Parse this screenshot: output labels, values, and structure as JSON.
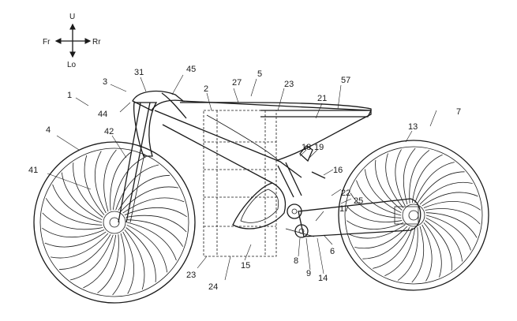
{
  "orientation": {
    "up": "U",
    "low": "Lo",
    "front": "Fr",
    "rear": "Rr"
  },
  "callouts": {
    "c1": "1",
    "c2": "2",
    "c3": "3",
    "c4": "4",
    "c5": "5",
    "c6": "6",
    "c7": "7",
    "c8": "8",
    "c9": "9",
    "c13": "13",
    "c14": "14",
    "c15": "15",
    "c16": "16",
    "c17": "17",
    "c18": "18",
    "c19": "19",
    "c21": "21",
    "c22": "22",
    "c23a": "23",
    "c23b": "23",
    "c24": "24",
    "c25": "25",
    "c27": "27",
    "c31": "31",
    "c41": "41",
    "c42": "42",
    "c44": "44",
    "c45": "45",
    "c57": "57"
  }
}
